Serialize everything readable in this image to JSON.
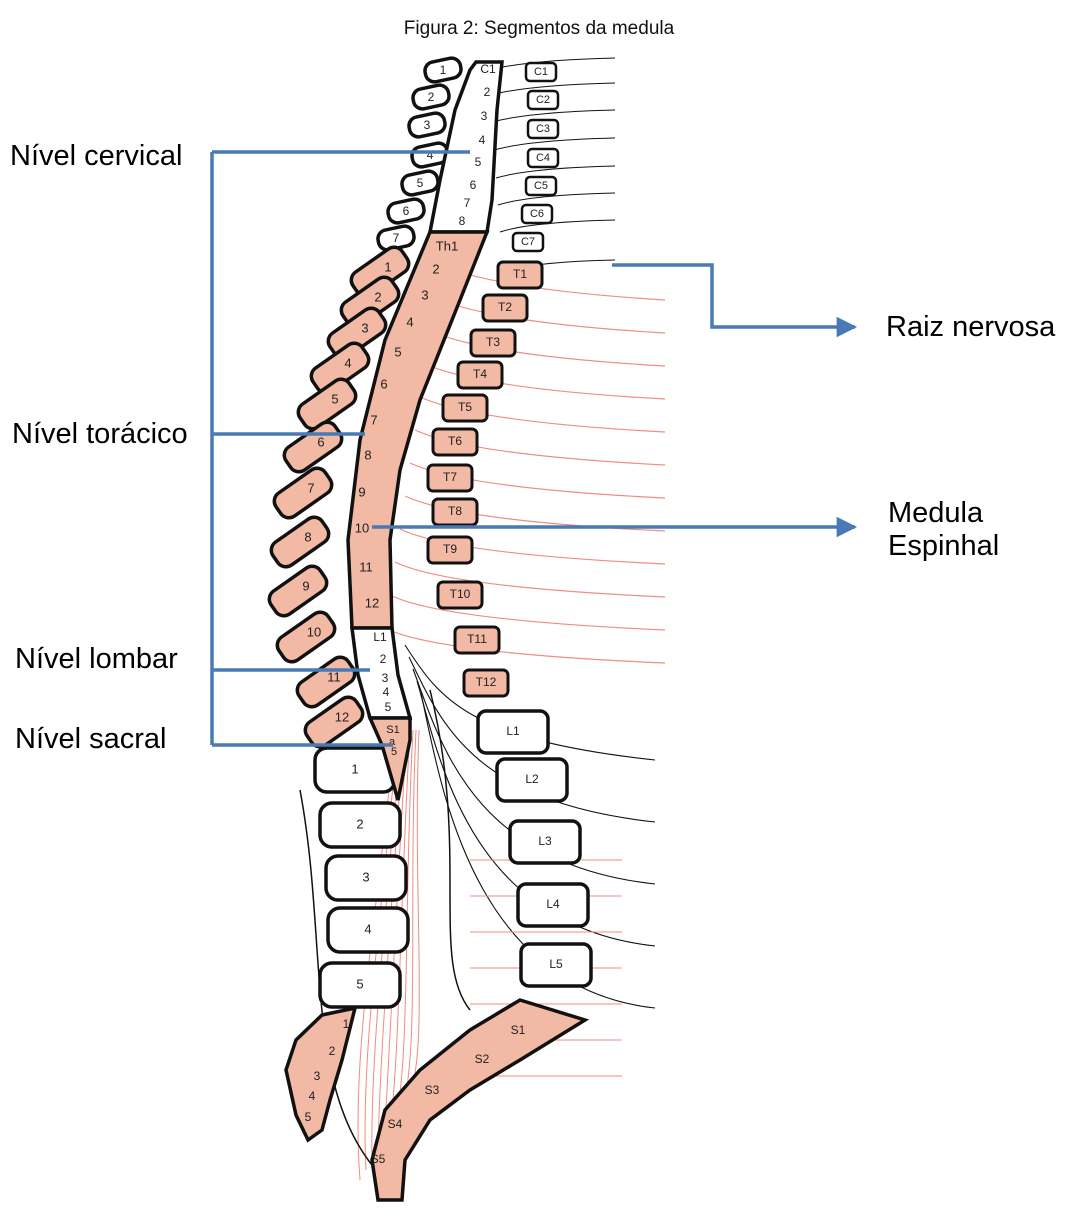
{
  "figure": {
    "caption": "Figura 2: Segmentos da medula"
  },
  "levels": {
    "cervical": "Nível cervical",
    "toracico": "Nível torácico",
    "lombar": "Nível lombar",
    "sacral": "Nível sacral"
  },
  "callouts": {
    "root_label": "Raiz nervosa",
    "cord_line1": "Medula",
    "cord_line2": "Espinhal"
  },
  "cord_segments": {
    "cervical": [
      "C1",
      "2",
      "3",
      "4",
      "5",
      "6",
      "7",
      "8"
    ],
    "thoracic": [
      "Th1",
      "2",
      "3",
      "4",
      "5",
      "6",
      "7",
      "8",
      "9",
      "10",
      "11",
      "12"
    ],
    "lumbar": [
      "L1",
      "2",
      "3",
      "4",
      "5"
    ],
    "sacral": [
      "S1",
      "a",
      "5"
    ]
  },
  "vertebral_bodies": {
    "cervical": [
      "1",
      "2",
      "3",
      "4",
      "5",
      "6",
      "7"
    ],
    "thoracic": [
      "1",
      "2",
      "3",
      "4",
      "5",
      "6",
      "7",
      "8",
      "9",
      "10",
      "11",
      "12"
    ],
    "lumbar": [
      "1",
      "2",
      "3",
      "4",
      "5"
    ],
    "sacral": [
      "1",
      "2",
      "3",
      "4",
      "5"
    ]
  },
  "root_labels": {
    "cervical": [
      "C1",
      "C2",
      "C3",
      "C4",
      "C5",
      "C6",
      "C7"
    ],
    "thoracic": [
      "T1",
      "T2",
      "T3",
      "T4",
      "T5",
      "T6",
      "T7",
      "T8",
      "T9",
      "T10",
      "T11",
      "T12"
    ],
    "lumbar": [
      "L1",
      "L2",
      "L3",
      "L4",
      "L5"
    ],
    "sacral": [
      "S1",
      "S2",
      "S3",
      "S4",
      "S5"
    ]
  },
  "colors": {
    "thoracic_fill": "#f2b9a5",
    "nerve_line": "#f08c82",
    "bracket": "#4a7ab5",
    "outline": "#111111"
  }
}
